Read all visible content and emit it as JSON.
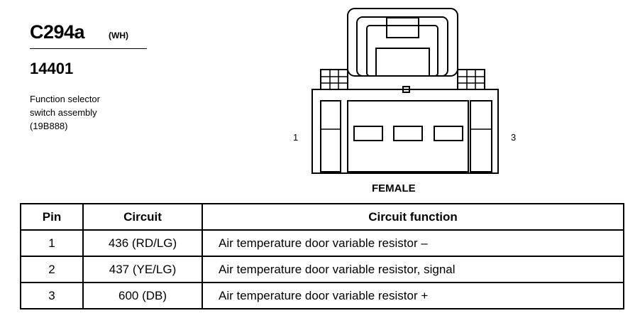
{
  "connector": {
    "id": "C294a",
    "color": "(WH)",
    "part_number": "14401",
    "description": [
      "Function selector",
      "switch assembly",
      "(19B888)"
    ]
  },
  "diagram": {
    "pin_left": "1",
    "pin_right": "3",
    "view_label": "FEMALE"
  },
  "table": {
    "headers": [
      "Pin",
      "Circuit",
      "Circuit function"
    ],
    "rows": [
      {
        "pin": "1",
        "circuit": "436 (RD/LG)",
        "function": "Air temperature door variable resistor –"
      },
      {
        "pin": "2",
        "circuit": "437 (YE/LG)",
        "function": "Air temperature door variable resistor, signal"
      },
      {
        "pin": "3",
        "circuit": "600 (DB)",
        "function": "Air temperature door variable resistor +"
      }
    ]
  }
}
